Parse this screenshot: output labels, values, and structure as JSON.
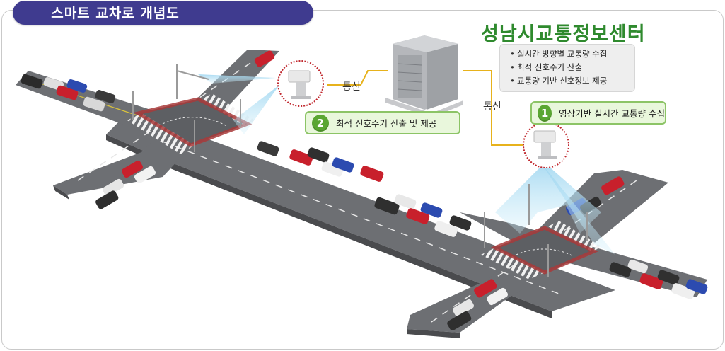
{
  "header": {
    "title": "스마트 교차로 개념도"
  },
  "center": {
    "title": "성남시교통정보센터",
    "bullets": [
      "실시간 방향별 교통량 수집",
      "최적 신호주기 산출",
      "교통량 기반 신호정보 제공"
    ]
  },
  "steps": [
    {
      "number": "1",
      "label": "영상기반 실시간 교통량 수집"
    },
    {
      "number": "2",
      "label": "최적 신호주기 산출 및 제공"
    }
  ],
  "links": {
    "comm_left": "통신",
    "comm_right": "통신"
  },
  "colors": {
    "header_bg": "#3f3b8f",
    "center_title": "#2f8a2e",
    "step_bg": "#e9f7dc",
    "step_border": "#8cc466",
    "step_badge": "#5aa632",
    "road": "#6d6f73",
    "crosswalk_red": "#a83a3a",
    "link_line": "#e7b21c",
    "camera_ring": "#c0282e"
  }
}
